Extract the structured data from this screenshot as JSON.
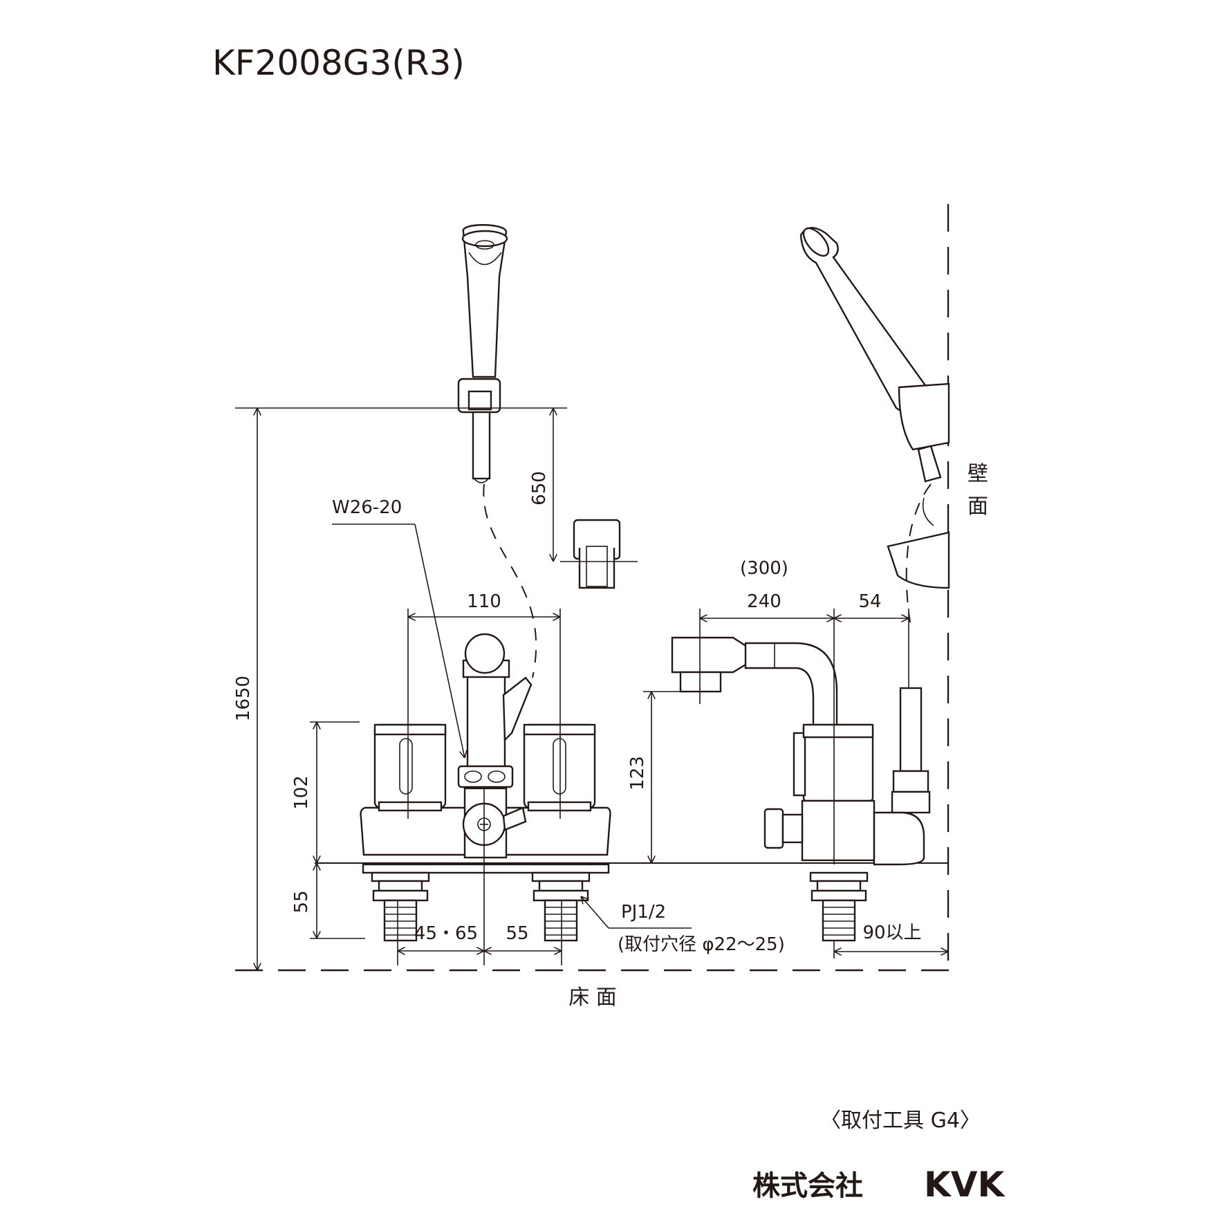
{
  "title": "KF2008G3(R3)",
  "dimensions": {
    "h_total": "1650",
    "h_bracket": "650",
    "h_body": "102",
    "h_below": "55",
    "spout_height": "123",
    "handle_pitch": "110",
    "left_offset": "45・65",
    "right_offset": "55",
    "overall_reach": "(300)",
    "spout_reach": "240",
    "wall_gap": "54",
    "wall_min": "90以上"
  },
  "callouts": {
    "connection": "W26-20",
    "pipe_thread": "PJ1/2",
    "hole_dia": "(取付穴径 φ22～25)"
  },
  "labels": {
    "wall_top": "壁",
    "wall_bottom": "面",
    "floor": "床 面",
    "tool": "〈取付工具 G4〉",
    "company_jp": "株式会社",
    "company_brand": "KVK"
  },
  "colors": {
    "line": "#231815",
    "background": "#ffffff"
  }
}
